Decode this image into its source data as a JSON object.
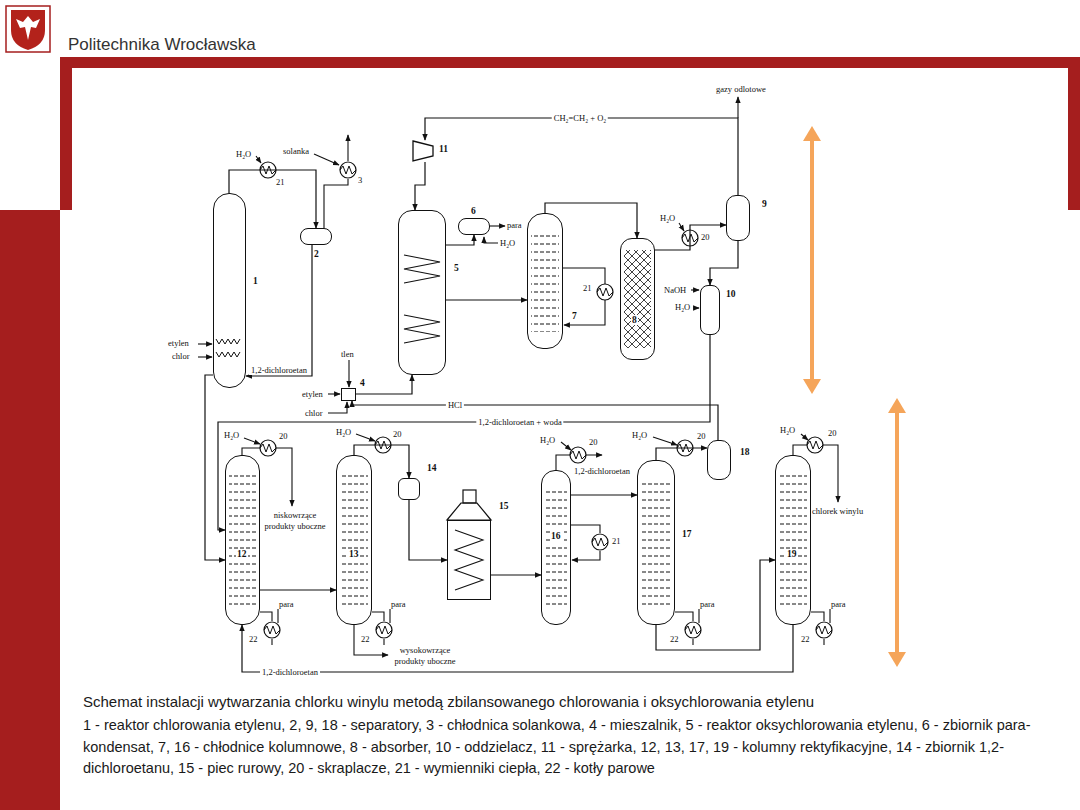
{
  "diagram": {
    "caption": "Schemat instalacji wytwarzania chlorku winylu metodą zbilansowanego chlorowania i oksychlorowania etylenu",
    "nodes": [
      {
        "text": [
          "1"
        ]
      },
      {
        "text": [
          "2"
        ]
      },
      {
        "text": [
          "4"
        ]
      },
      {
        "text": [
          "5"
        ]
      },
      {
        "text": [
          "6"
        ]
      },
      {
        "text": [
          "7"
        ]
      },
      {
        "text": [
          "8"
        ]
      },
      {
        "text": [
          "9"
        ]
      },
      {
        "text": [
          "10"
        ]
      },
      {
        "text": [
          "11"
        ]
      },
      {
        "text": [
          "12"
        ]
      },
      {
        "text": [
          "13"
        ]
      },
      {
        "text": [
          "14"
        ]
      },
      {
        "text": [
          "15"
        ]
      },
      {
        "text": [
          "16"
        ]
      },
      {
        "text": [
          "17"
        ]
      },
      {
        "text": [
          "18"
        ]
      },
      {
        "text": [
          "19"
        ]
      }
    ],
    "edges": [
      {
        "from": 0,
        "to": 1,
        "arrow": "to"
      },
      {
        "from": 1,
        "to": 0,
        "arrow": "to",
        "label": "1,2-dichloroetan"
      },
      {
        "from": 0,
        "to": 10,
        "arrow": "to"
      },
      {
        "from": 2,
        "to": 3,
        "arrow": "to"
      },
      {
        "from": 3,
        "to": 5,
        "arrow": "to"
      },
      {
        "from": 3,
        "to": 4,
        "arrow": "to"
      },
      {
        "from": 5,
        "to": 6,
        "arrow": "to"
      },
      {
        "from": 6,
        "to": 7,
        "arrow": "to"
      },
      {
        "from": 7,
        "to": 8,
        "arrow": "to"
      },
      {
        "from": 7,
        "to": 9,
        "arrow": "to",
        "label": "CH₂=CH₂ + O₂"
      },
      {
        "from": 9,
        "to": 3,
        "arrow": "to"
      },
      {
        "from": 8,
        "to": 10,
        "arrow": "to",
        "label": "1,2-dichloroetan + woda"
      },
      {
        "from": 16,
        "to": 2,
        "arrow": "to",
        "label": "HCl"
      },
      {
        "from": 15,
        "to": 16,
        "arrow": "to"
      },
      {
        "from": 10,
        "to": 11,
        "arrow": "to"
      },
      {
        "from": 11,
        "to": 12,
        "arrow": "to"
      },
      {
        "from": 12,
        "to": 13,
        "arrow": "to"
      },
      {
        "from": 13,
        "to": 14,
        "arrow": "to"
      },
      {
        "from": 14,
        "to": 15,
        "arrow": "to"
      },
      {
        "from": 15,
        "to": 17,
        "arrow": "to"
      },
      {
        "from": 17,
        "to": 10,
        "arrow": "to",
        "label": "1,2-dichloroetan"
      }
    ],
    "labels": [
      "Politechnika Wrocławska",
      "H₂O",
      "21",
      "solanka",
      "3",
      "etylen",
      "chlor",
      "tlen",
      "etylen",
      "chlor",
      "para",
      "H₂O",
      "21",
      "H₂O",
      "20",
      "NaOH",
      "H₂O",
      "gazy odlotowe",
      "H₂O",
      "20",
      "niskowrzące produkty uboczne",
      "H₂O",
      "20",
      "wysokowrzące produkty uboczne",
      "H₂O",
      "20",
      "1,2-dichloroetan",
      "21",
      "H₂O",
      "20",
      "H₂O",
      "20",
      "chlorek winylu",
      "para",
      "22",
      "para",
      "22",
      "para",
      "22",
      "para",
      "22",
      "1 - reaktor chlorowania etylenu, 2, 9, 18 - separatory, 3 - chłodnica solankowa, 4 - mieszalnik, 5 - reaktor oksychlorowania etylenu, 6 - zbiornik para-kondensat, 7, 16 - chłodnice kolumnowe, 8 - absorber, 10 - oddzielacz, 11 - sprężarka, 12, 13, 17, 19 - kolumny rektyfikacyjne, 14 - zbiornik 1,2-dichloroetanu, 15 - piec rurowy, 20 - skraplacze, 21 - wymienniki ciepła, 22 - kotły parowe"
    ]
  }
}
